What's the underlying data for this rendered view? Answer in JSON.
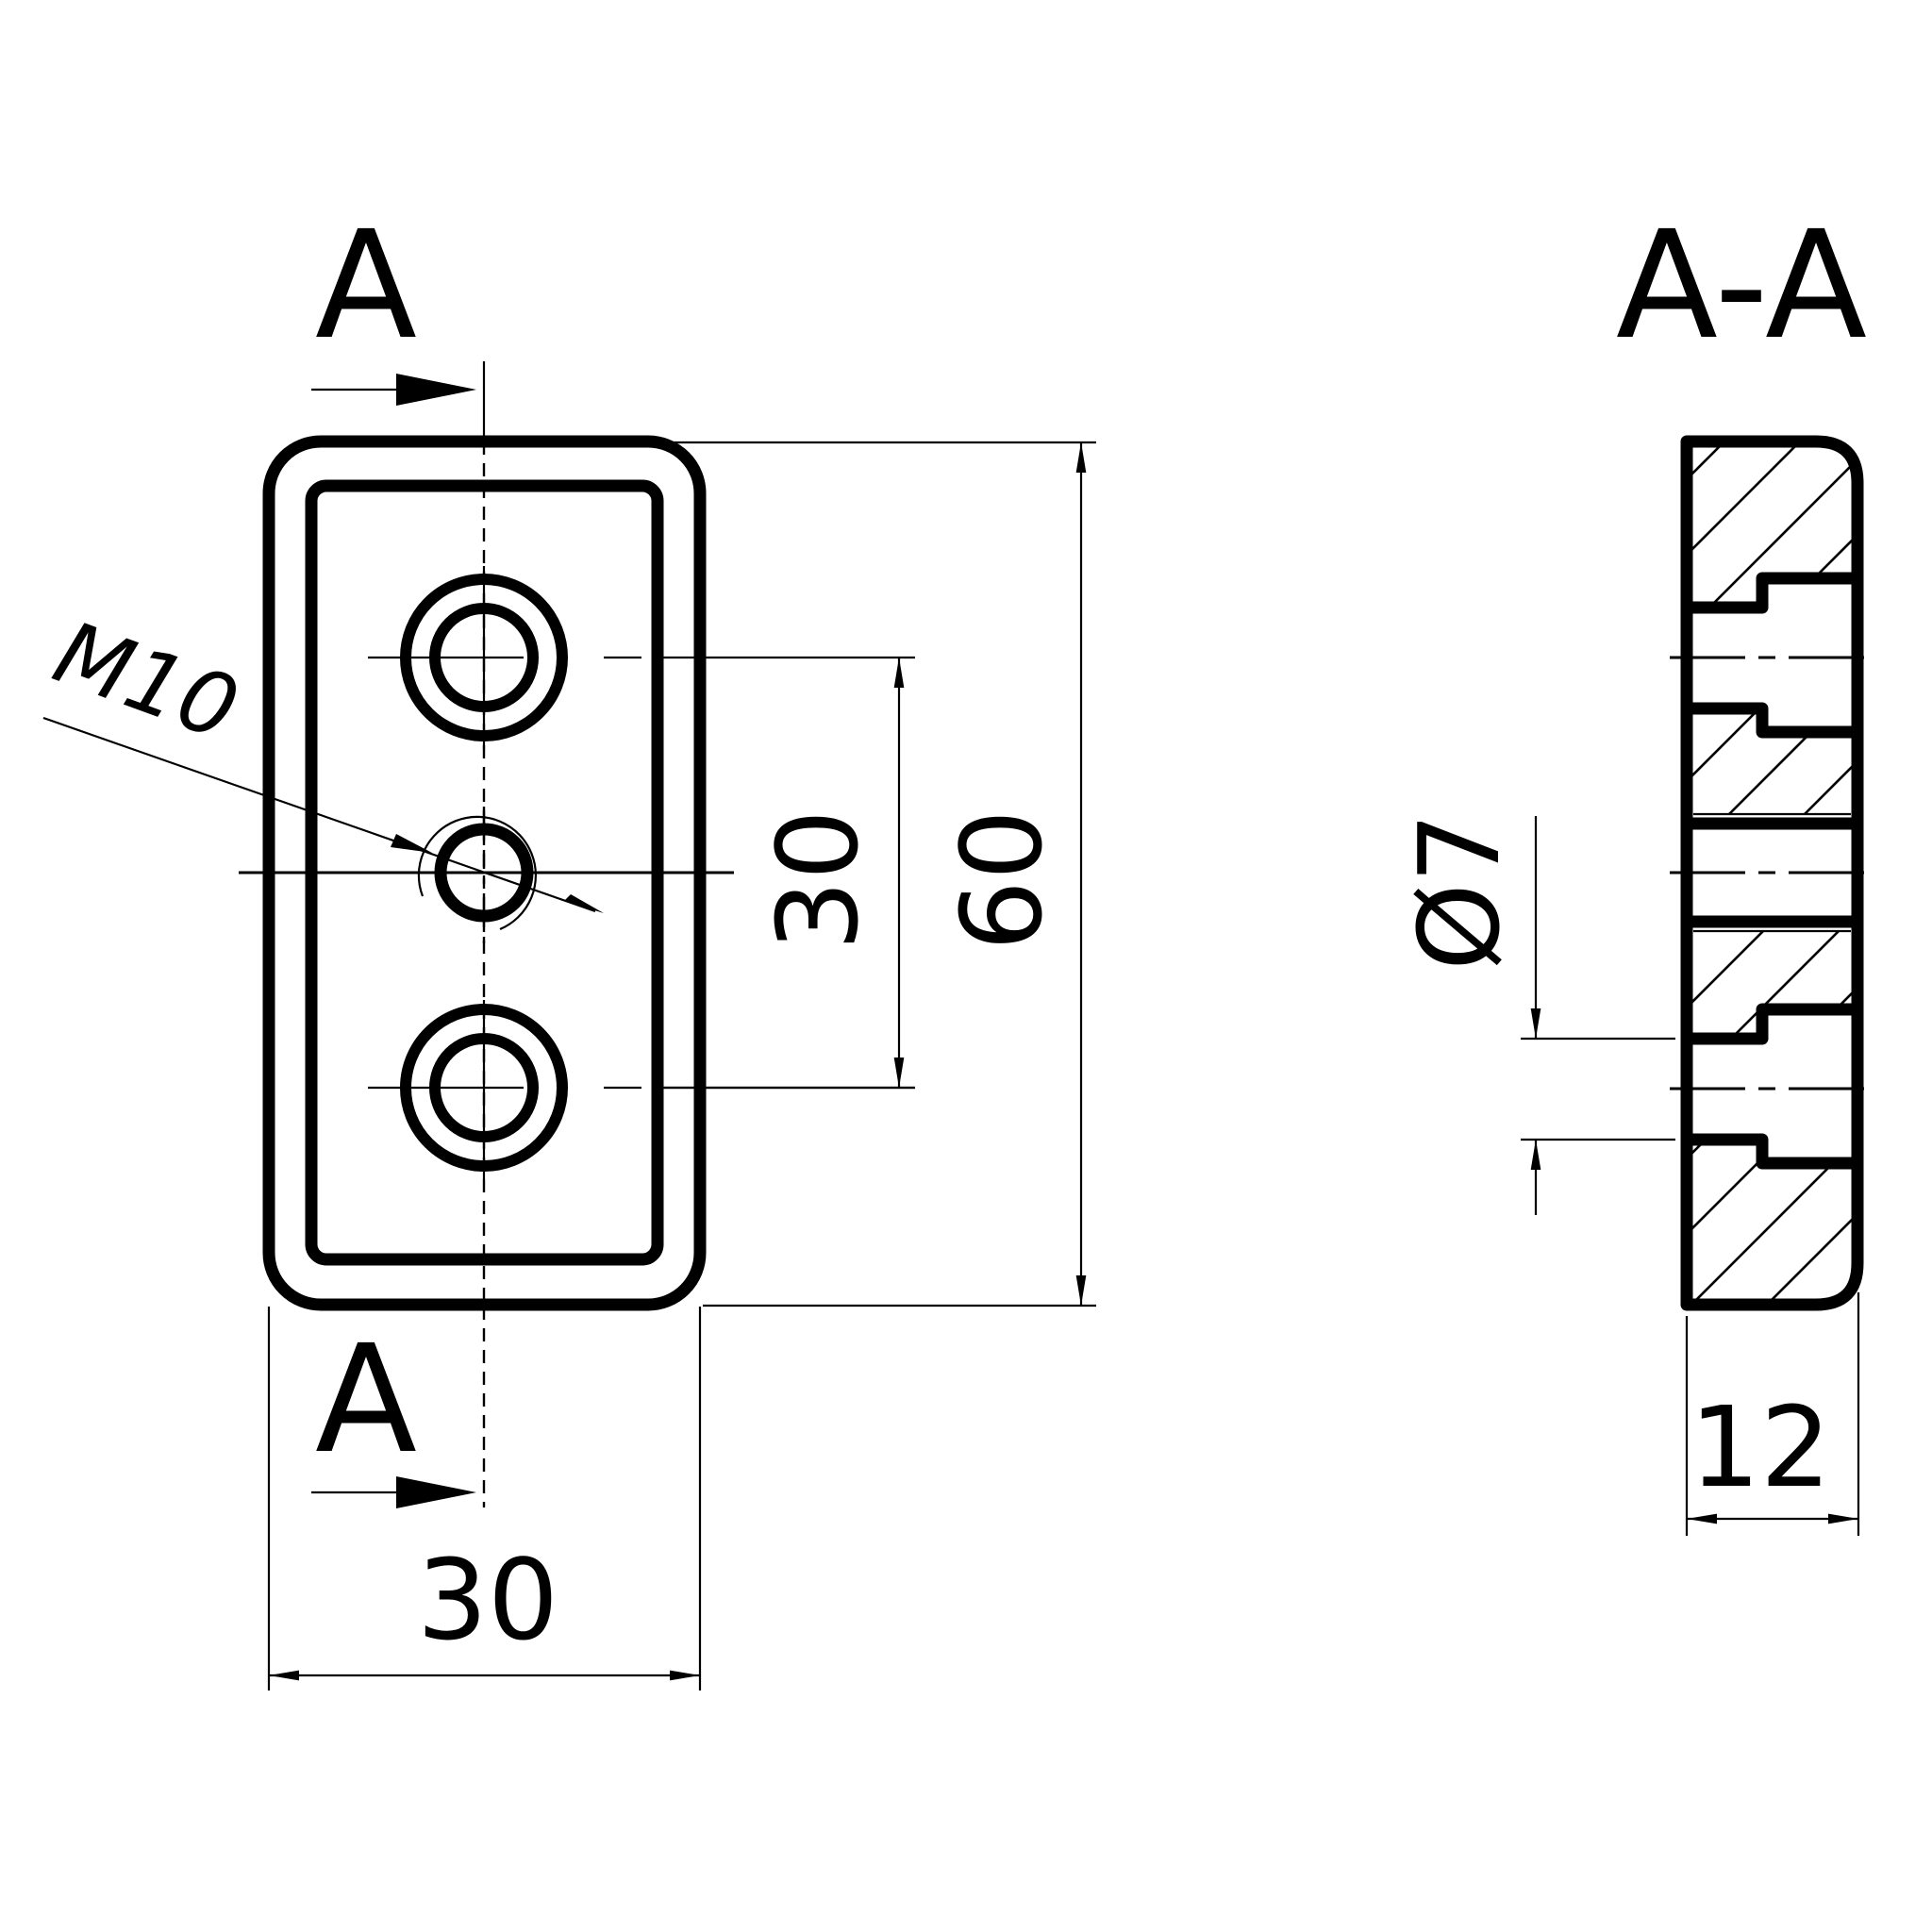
{
  "drawing": {
    "front_view": {
      "section_marker_top": "A",
      "section_marker_bottom": "A",
      "thread_callout": "M10",
      "dim_hole_spacing": "30",
      "dim_height": "60",
      "dim_width": "30"
    },
    "section_view": {
      "title": "A-A",
      "dim_hole_diameter": "Ø7",
      "dim_thickness": "12"
    },
    "colors": {
      "line": "#000000",
      "background": "#ffffff"
    }
  }
}
